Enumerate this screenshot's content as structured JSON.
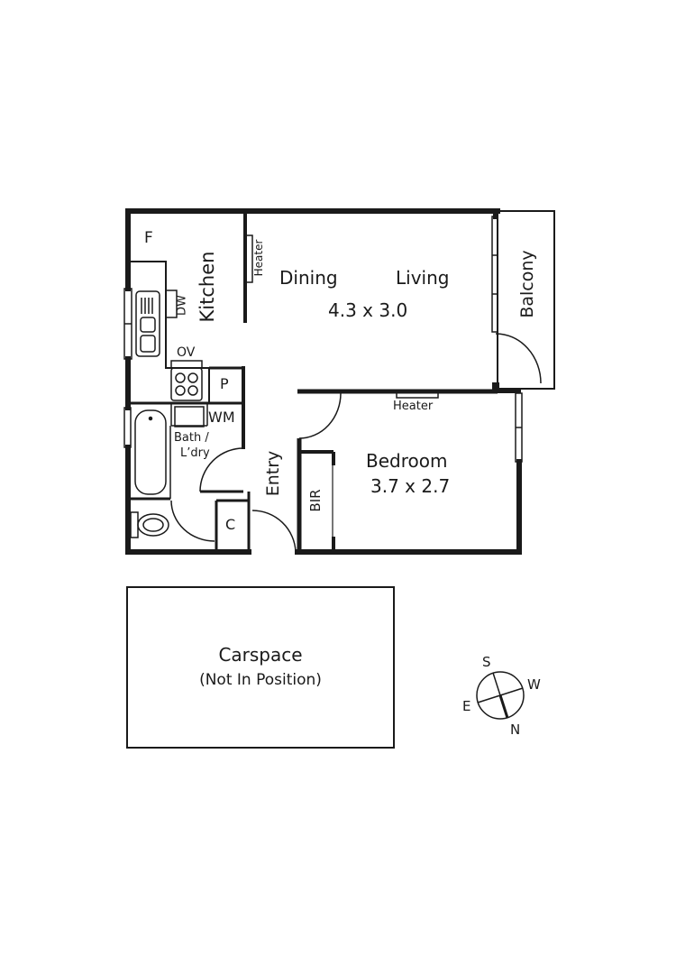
{
  "rooms": {
    "fridge": {
      "label": "F"
    },
    "kitchen": {
      "label": "Kitchen"
    },
    "dishwasher": {
      "label": "DW"
    },
    "oven": {
      "label": "OV"
    },
    "pantry": {
      "label": "P"
    },
    "washing_machine": {
      "label": "WM"
    },
    "bath_laundry": {
      "label_line1": "Bath /",
      "label_line2": "L’dry"
    },
    "cupboard": {
      "label": "C"
    },
    "entry": {
      "label": "Entry"
    },
    "living": {
      "dining_label": "Dining",
      "living_label": "Living",
      "dimensions": "4.3 x 3.0",
      "heater_label": "Heater"
    },
    "balcony": {
      "label": "Balcony"
    },
    "bedroom": {
      "label": "Bedroom",
      "dimensions": "3.7 x 2.7",
      "heater_label": "Heater"
    },
    "bir": {
      "label": "BIR"
    }
  },
  "carspace": {
    "title": "Carspace",
    "subtitle": "(Not In Position)"
  },
  "compass": {
    "top": "S",
    "right": "W",
    "left": "E",
    "bottom": "N"
  }
}
